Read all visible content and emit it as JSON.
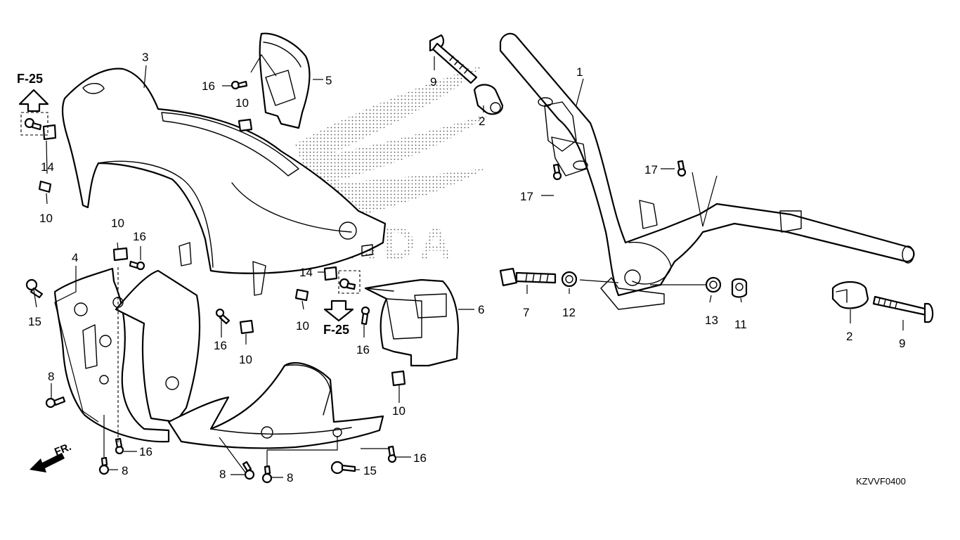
{
  "diagram": {
    "code": "KZVVF0400",
    "front_label": "FR.",
    "ref_labels": [
      "F-25",
      "F-25"
    ],
    "brand_watermark": "HONDA",
    "callouts": [
      {
        "id": "c1",
        "text": "1"
      },
      {
        "id": "c2a",
        "text": "2"
      },
      {
        "id": "c2b",
        "text": "2"
      },
      {
        "id": "c3",
        "text": "3"
      },
      {
        "id": "c4",
        "text": "4"
      },
      {
        "id": "c5",
        "text": "5"
      },
      {
        "id": "c6",
        "text": "6"
      },
      {
        "id": "c7",
        "text": "7"
      },
      {
        "id": "c8a",
        "text": "8"
      },
      {
        "id": "c8b",
        "text": "8"
      },
      {
        "id": "c8c",
        "text": "8"
      },
      {
        "id": "c8d",
        "text": "8"
      },
      {
        "id": "c9a",
        "text": "9"
      },
      {
        "id": "c9b",
        "text": "9"
      },
      {
        "id": "c10a",
        "text": "10"
      },
      {
        "id": "c10b",
        "text": "10"
      },
      {
        "id": "c10c",
        "text": "10"
      },
      {
        "id": "c10d",
        "text": "10"
      },
      {
        "id": "c10e",
        "text": "10"
      },
      {
        "id": "c10f",
        "text": "10"
      },
      {
        "id": "c11",
        "text": "11"
      },
      {
        "id": "c12",
        "text": "12"
      },
      {
        "id": "c13",
        "text": "13"
      },
      {
        "id": "c14a",
        "text": "14"
      },
      {
        "id": "c14b",
        "text": "14"
      },
      {
        "id": "c15a",
        "text": "15"
      },
      {
        "id": "c15b",
        "text": "15"
      },
      {
        "id": "c16a",
        "text": "16"
      },
      {
        "id": "c16b",
        "text": "16"
      },
      {
        "id": "c16c",
        "text": "16"
      },
      {
        "id": "c16d",
        "text": "16"
      },
      {
        "id": "c16e",
        "text": "16"
      },
      {
        "id": "c16f",
        "text": "16"
      },
      {
        "id": "c17a",
        "text": "17"
      },
      {
        "id": "c17b",
        "text": "17"
      }
    ]
  }
}
